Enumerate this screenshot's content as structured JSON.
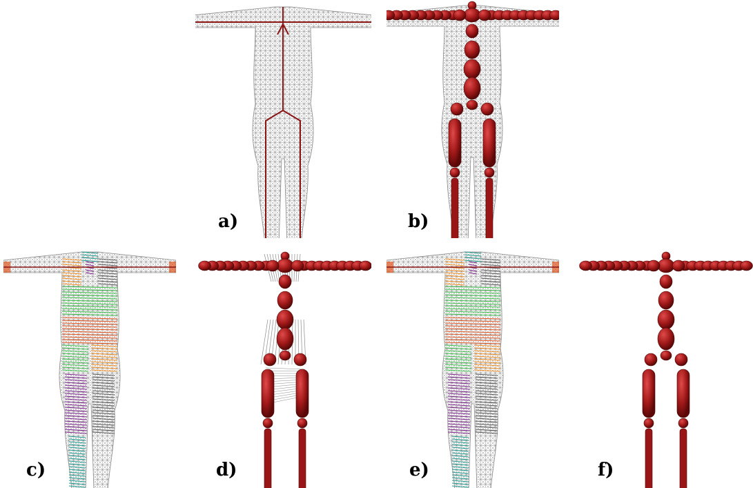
{
  "figure": {
    "panels": [
      {
        "id": "a",
        "label": "a)",
        "style": "mesh-skeleton-lines"
      },
      {
        "id": "b",
        "label": "b)",
        "style": "mesh-skeleton-spheres"
      },
      {
        "id": "c",
        "label": "c)",
        "style": "segmented-mesh"
      },
      {
        "id": "d",
        "label": "d)",
        "style": "skeleton-connections"
      },
      {
        "id": "e",
        "label": "e)",
        "style": "segmented-mesh"
      },
      {
        "id": "f",
        "label": "f)",
        "style": "skeleton-spheres-only"
      }
    ]
  },
  "colors": {
    "mesh": "#8a8a8a",
    "skeleton": "#8b1414",
    "sphere_light": "#c93030",
    "seg_orange": "#f28c1e",
    "seg_teal": "#1e9a8f",
    "seg_green": "#3cc04a",
    "seg_red": "#e0551f",
    "seg_purple": "#7b1f8c",
    "seg_gray": "#555555"
  }
}
